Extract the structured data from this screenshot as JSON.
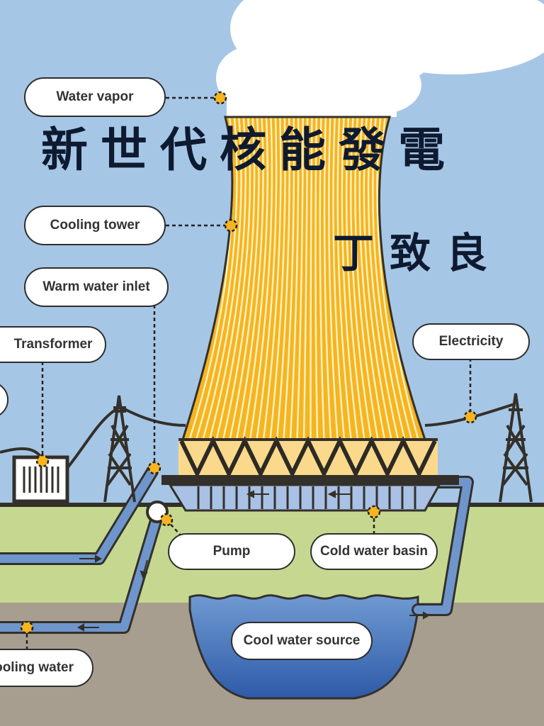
{
  "title": "新世代核能發電",
  "author": "丁致良",
  "labels": {
    "water_vapor": "Water vapor",
    "cooling_tower": "Cooling tower",
    "warm_water_inlet": "Warm water inlet",
    "transformer": "Transformer",
    "electricity": "Electricity",
    "pump": "Pump",
    "cold_water_basin": "Cold water basin",
    "cool_water_source": "Cool water source",
    "cooling_water": "Cooling water"
  },
  "colors": {
    "sky": "#a6c6e6",
    "ground_grass": "#c6d890",
    "ground_soil": "#a89e90",
    "tower_yellow": "#f6b41f",
    "tower_stripe": "#fff2c4",
    "water": "#5f88c4",
    "dark_line": "#33302a",
    "callout_dot": "#f6b41f"
  }
}
